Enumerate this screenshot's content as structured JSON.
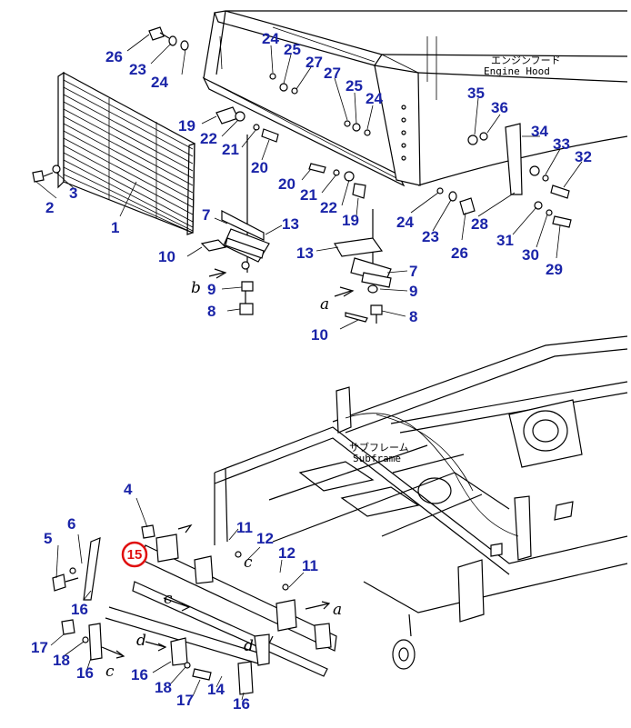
{
  "notes": {
    "engine_hood_jp": "エンジンフード",
    "engine_hood_en": "Engine Hood",
    "subframe_jp": "サブフレーム",
    "subframe_en": "Subframe"
  },
  "highlight": {
    "label": "15",
    "color": "#e01010"
  },
  "colors": {
    "callout": "#1a24a8",
    "line": "#000000"
  },
  "callouts": [
    "26",
    "23",
    "24",
    "24",
    "25",
    "27",
    "27",
    "25",
    "24",
    "35",
    "36",
    "34",
    "33",
    "32",
    "19",
    "22",
    "21",
    "20",
    "20",
    "21",
    "22",
    "19",
    "24",
    "23",
    "28",
    "26",
    "31",
    "30",
    "29",
    "2",
    "3",
    "1",
    "7",
    "13",
    "13",
    "7",
    "10",
    "9",
    "8",
    "9",
    "8",
    "10",
    "4",
    "6",
    "5",
    "11",
    "12",
    "12",
    "11",
    "16",
    "17",
    "18",
    "16",
    "16",
    "18",
    "17",
    "14",
    "16"
  ],
  "letters": [
    "b",
    "a",
    "c",
    "d",
    "c",
    "a",
    "d",
    "c"
  ]
}
